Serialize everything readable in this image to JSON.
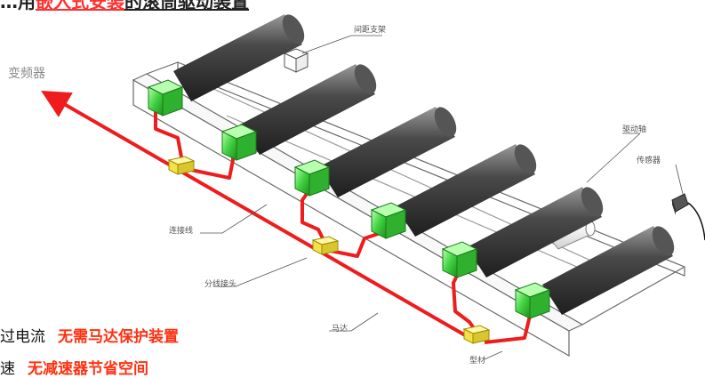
{
  "title": {
    "prefix": "…用",
    "highlight": "嵌入式安装",
    "tail": "的滚筒驱动装置"
  },
  "labels": {
    "inverter": "变频器",
    "spacing_bracket": "间距支架",
    "drive_shaft": "驱动轴",
    "sensor": "传感器",
    "connecting_wire": "连接线",
    "splitter_connector": "分线接头",
    "motor": "马达",
    "profile": "型材"
  },
  "features": [
    {
      "prefix": "过电流",
      "text": "无需马达保护装置"
    },
    {
      "prefix": "速",
      "text": "无减速器节省空间"
    }
  ],
  "colors": {
    "cable": "#ee1c1c",
    "motor_green": "#3fd23f",
    "connector_yellow": "#f2e24a",
    "roller_dark": "#3a3a3a",
    "accent_red": "#ff3010"
  }
}
